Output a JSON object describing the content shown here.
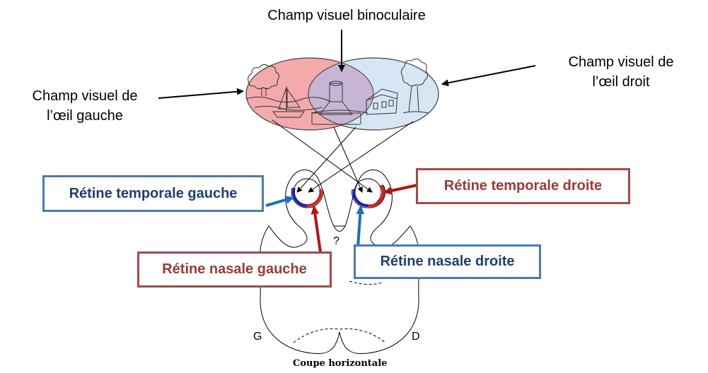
{
  "labels": {
    "binocular": "Champ visuel binoculaire",
    "left_field_line1": "Champ visuel de",
    "left_field_line2": "l’œil gauche",
    "right_field_line1": "Champ visuel de",
    "right_field_line2": "l’œil droit",
    "question": "?",
    "left_side": "G",
    "right_side": "D",
    "caption": "Coupe horizontale"
  },
  "boxes": {
    "left_temporal": "Rétine temporale gauche",
    "right_temporal": "Rétine temporale droite",
    "left_nasal": "Rétine nasale gauche",
    "right_nasal": "Rétine nasale droite"
  },
  "colors": {
    "left_field": "#f4a9ab",
    "right_field": "#d6e6f5",
    "overlap": "#c8b4d4",
    "blue_box": "#4a7ab5",
    "red_box": "#a14a4a",
    "retina_blue": "#1a1ac8",
    "retina_red": "#d81e1e",
    "arrow_blue": "#1b6fc1",
    "arrow_red": "#b51212"
  },
  "icons": [
    "tree-icon",
    "sailboat-icon",
    "tower-icon",
    "house-icon"
  ]
}
